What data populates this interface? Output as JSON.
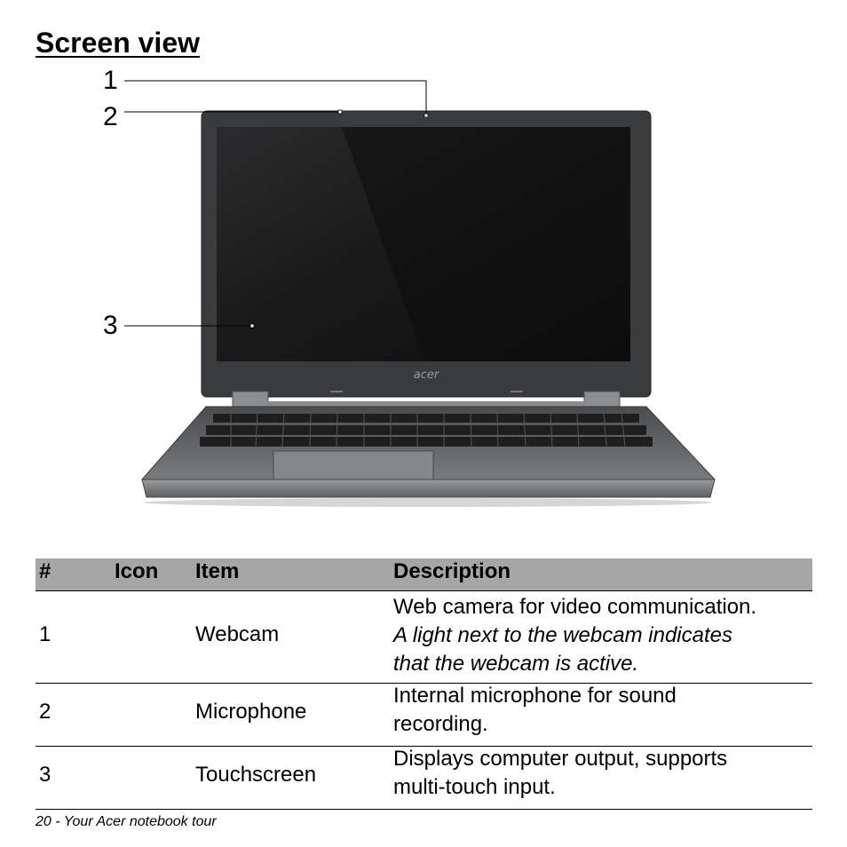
{
  "page": {
    "title": "Screen view",
    "footer": "20 - Your Acer notebook tour"
  },
  "figure": {
    "callouts": [
      "1",
      "2",
      "3"
    ],
    "brand_logo": "acer"
  },
  "table": {
    "headers": [
      "#",
      "Icon",
      "Item",
      "Description"
    ],
    "rows": [
      {
        "num": "1",
        "item": "Webcam",
        "desc": [
          "Web camera for video communication."
        ],
        "desc_italic": [
          "A light next to the webcam indicates",
          "that the webcam is active."
        ]
      },
      {
        "num": "2",
        "item": "Microphone",
        "desc": [
          "Internal microphone for sound",
          "recording."
        ]
      },
      {
        "num": "3",
        "item": "Touchscreen",
        "desc": [
          "Displays computer output, supports",
          "multi-touch input."
        ]
      }
    ]
  },
  "colors": {
    "header_bg": "#a6a6a6",
    "bezel": "#3a3b3d",
    "screen": "#161617",
    "chassis": "#6d6e70"
  }
}
